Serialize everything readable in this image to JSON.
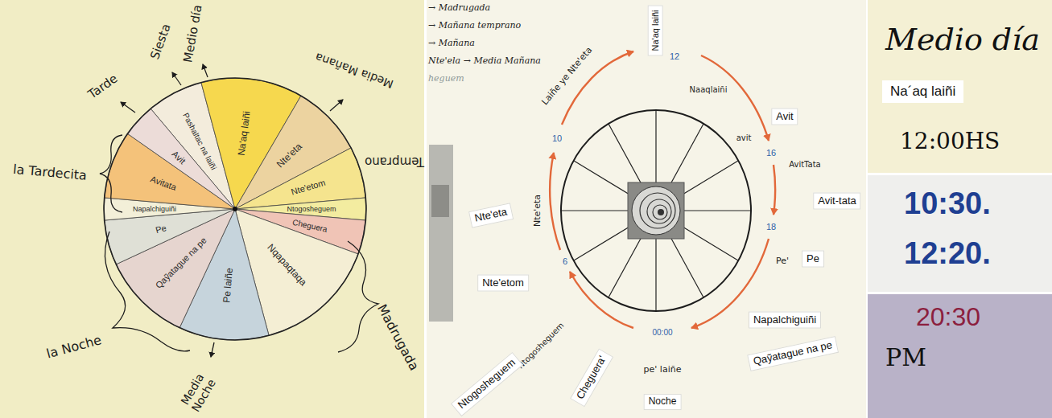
{
  "diagram": {
    "nodes": [
      {
        "text": [
          "Na'aq laiñi"
        ]
      },
      {
        "text": [
          "Avit"
        ]
      },
      {
        "text": [
          "Avit-tata"
        ]
      },
      {
        "text": [
          "Pe"
        ]
      },
      {
        "text": [
          "Napalchiguiñi"
        ]
      },
      {
        "text": [
          "Qaỹatague na pe"
        ]
      },
      {
        "text": [
          "Noche"
        ]
      },
      {
        "text": [
          "Cheguera'"
        ]
      },
      {
        "text": [
          "Ntogosheguem"
        ]
      },
      {
        "text": [
          "Nte'etom"
        ]
      },
      {
        "text": [
          "Nte'eta"
        ]
      },
      {
        "text": [
          "Medio día",
          "12:00HS"
        ]
      },
      {
        "text": [
          "Na´aq laiñi"
        ],
        "in": 11
      },
      {
        "text": [
          "10:30.",
          "12:20."
        ]
      },
      {
        "text": [
          "20:30",
          "PM"
        ]
      }
    ],
    "labels": [
      "Medio día",
      "Siesta",
      "Tarde",
      "la Tardecita",
      "la Noche",
      "Media Noche",
      "Madrugada",
      "Temprano",
      "Media Mañana",
      "Pashaltac na laiñi",
      "Na'aq laiñi",
      "Nte'eta",
      "Nte'etom",
      "Ntogosheguem",
      "Cheguera",
      "Nqapaqtaqa",
      "Pe laiñe",
      "Qaỹatague na pe",
      "Pe",
      "Napalchiguiñi",
      "Avitata",
      "Avit",
      "→ Madrugada",
      "→ Mañana temprano",
      "→ Mañana",
      "Nte'ela → Media Mañana",
      "heguem",
      "12",
      "Naaqlaiñi",
      "avit",
      "16",
      "AvitTata",
      "18",
      "Pe'",
      "00:00",
      "pe' laiñe",
      "Ntogosheguem",
      "6",
      "Nte'eta",
      "10",
      "Laiñe ye Nte'eta"
    ]
  }
}
